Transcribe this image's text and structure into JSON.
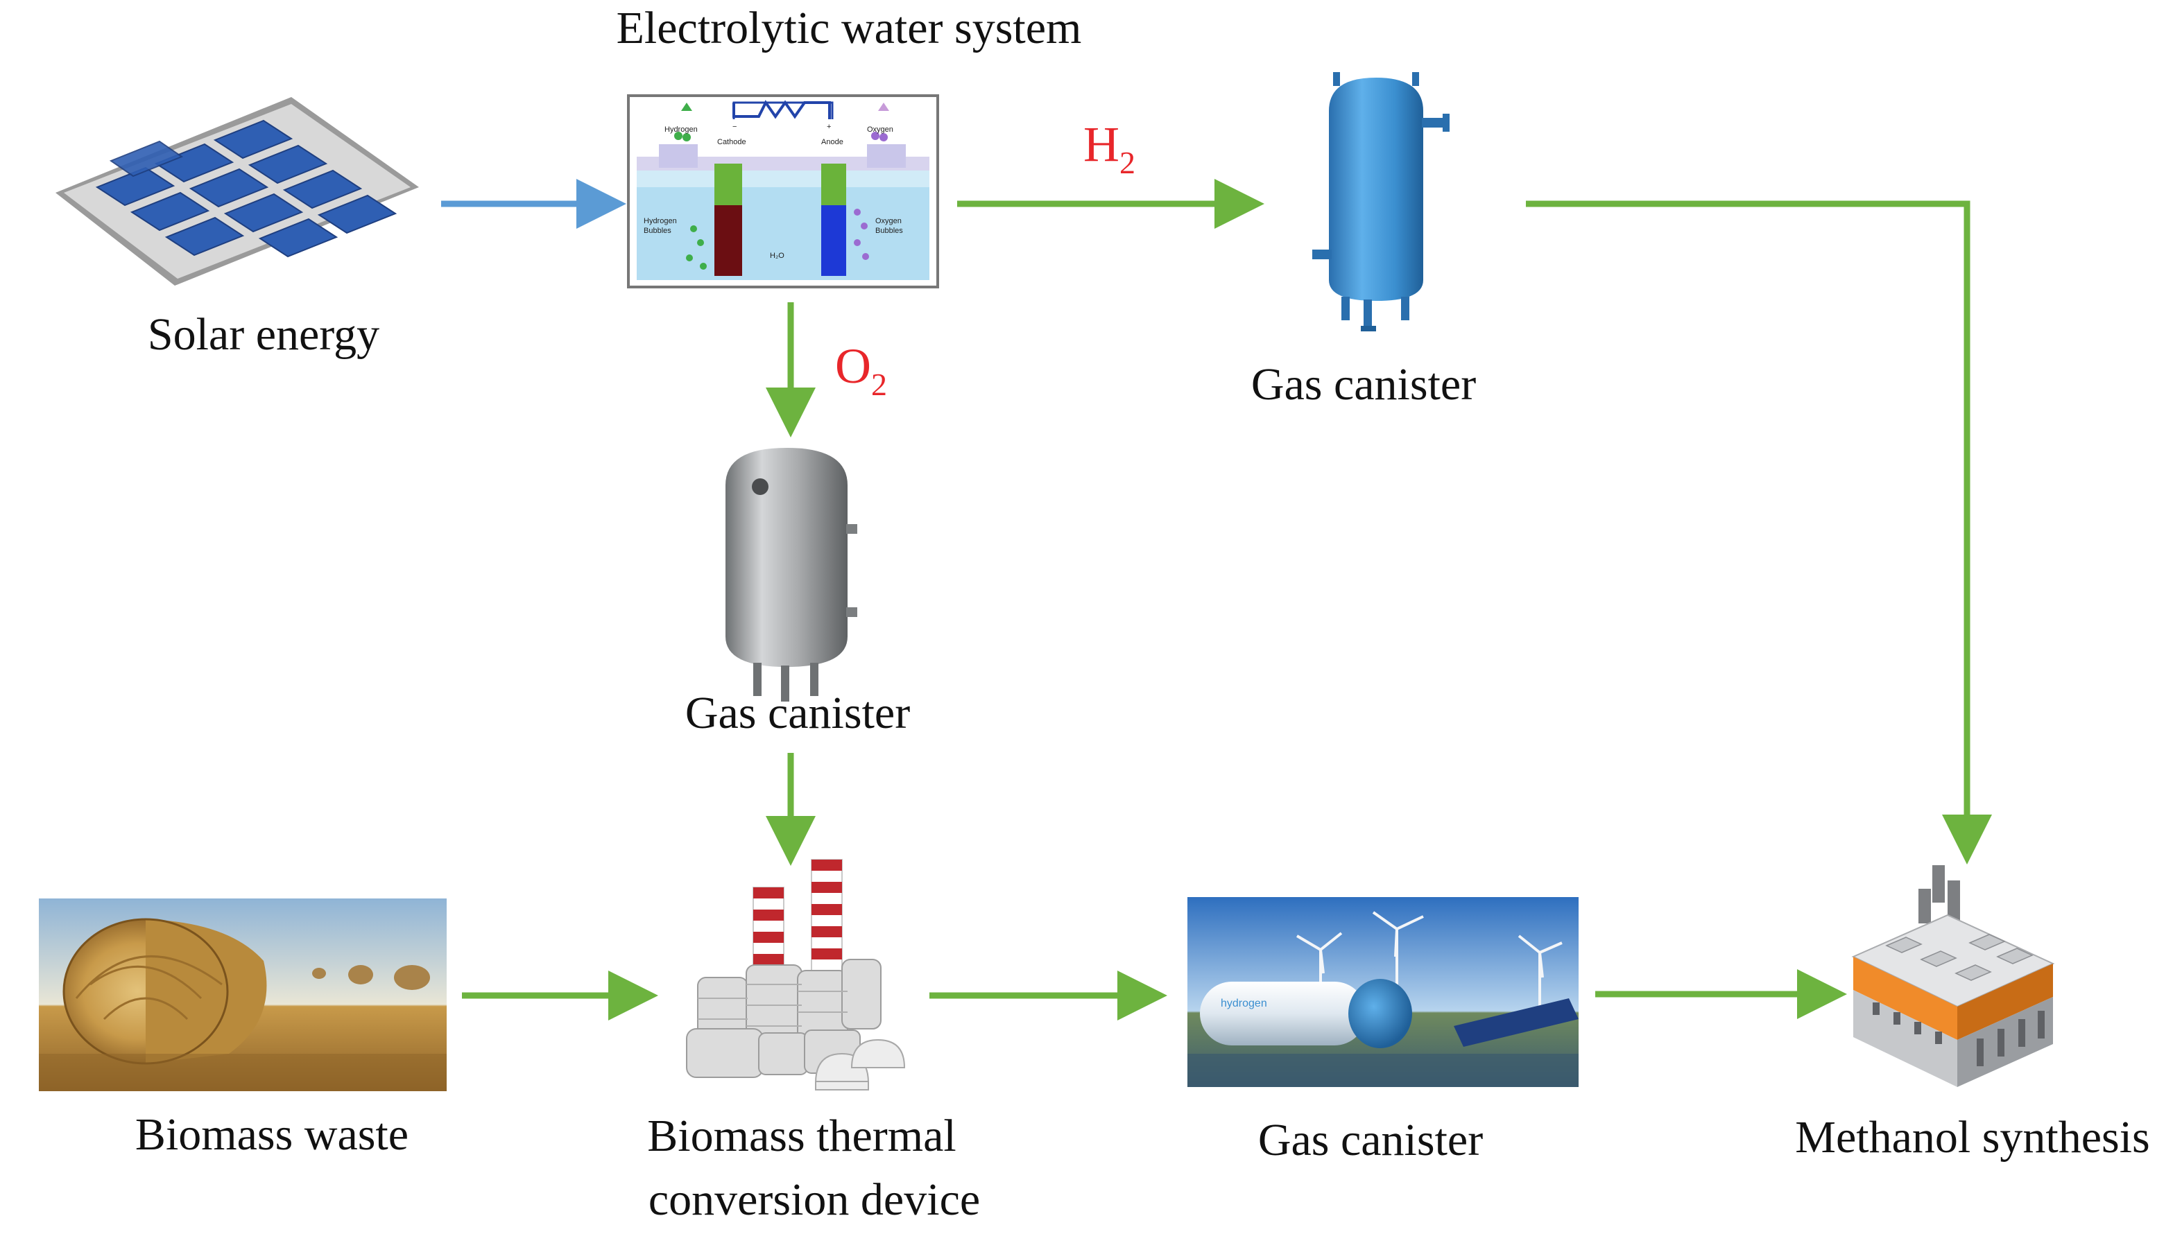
{
  "labels": {
    "electrolytic": "Electrolytic water system",
    "solar": "Solar energy",
    "canister_h2": "Gas canister",
    "canister_o2": "Gas canister",
    "biomass_waste": "Biomass waste",
    "thermal_line1": "Biomass thermal",
    "thermal_line2": "conversion device",
    "canister_syngas": "Gas canister",
    "methanol": "Methanol synthesis"
  },
  "gases": {
    "h2_symbol": "H",
    "h2_sub": "2",
    "o2_symbol": "O",
    "o2_sub": "2"
  },
  "electrolyzer_inset": {
    "hydrogen": "Hydrogen",
    "oxygen": "Oxygen",
    "cathode": "Cathode",
    "anode": "Anode",
    "minus": "−",
    "plus": "+",
    "hydrogen_bubbles_1": "Hydrogen",
    "hydrogen_bubbles_2": "Bubbles",
    "oxygen_bubbles_1": "Oxygen",
    "oxygen_bubbles_2": "Bubbles",
    "water": "H₂O"
  },
  "syngas_tank_text": "hydrogen",
  "colors": {
    "arrow_green": "#6db33f",
    "arrow_blue": "#5b9bd5",
    "gas_red": "#e8262a",
    "solar_cell": "#2f5fb3",
    "blue_tank": "#3b8fd0",
    "grey_tank": "#a8aaac"
  }
}
